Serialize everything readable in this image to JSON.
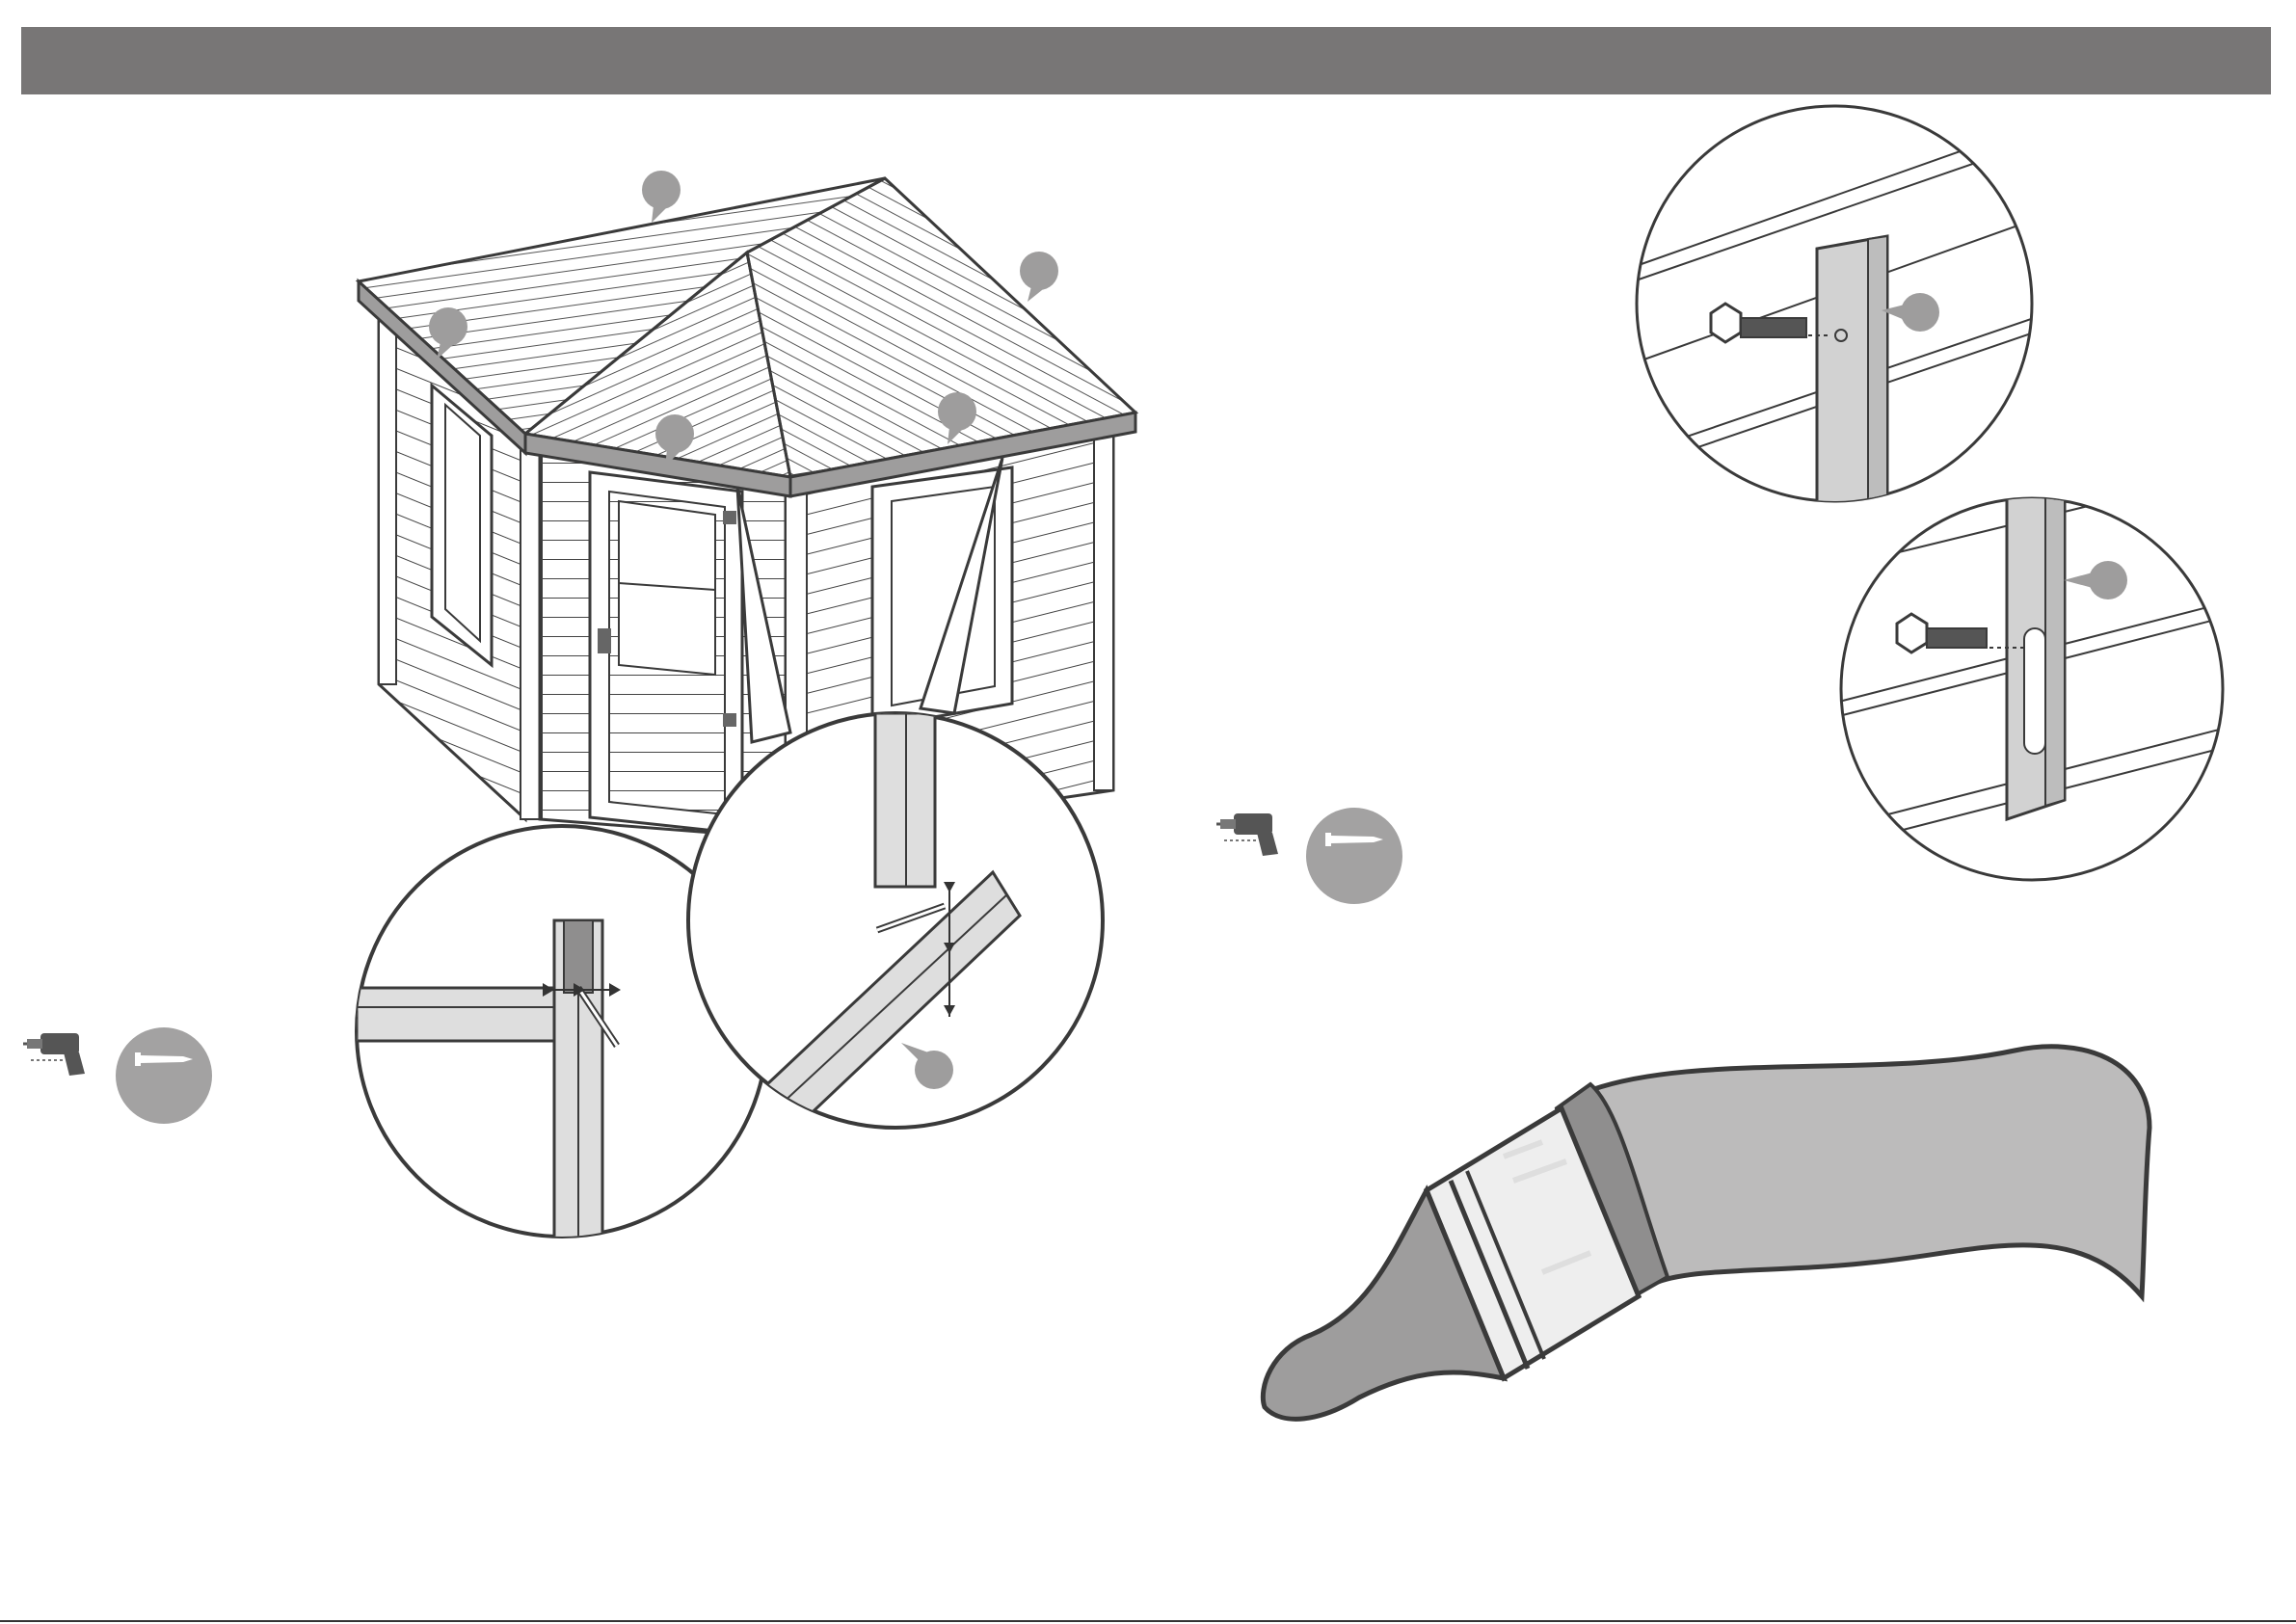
{
  "colors": {
    "header_bar": "#787676",
    "callout_marker": "#9e9d9d",
    "tool_badge": "#a3a2a2",
    "paint": "#bcbbbb",
    "line": "#3a3a3a",
    "drill": "#555555"
  },
  "icons": {
    "callout": "callout-marker-icon",
    "drill": "drill-icon",
    "screw": "screw-icon",
    "bolt": "bolt-icon",
    "brush": "paintbrush-icon"
  },
  "callouts": [
    {
      "id": "roof-ridge-left"
    },
    {
      "id": "roof-ridge-right"
    },
    {
      "id": "left-fascia"
    },
    {
      "id": "front-fascia-left"
    },
    {
      "id": "front-fascia-right"
    },
    {
      "id": "detail-corner-trim"
    },
    {
      "id": "detail-bracket-top"
    },
    {
      "id": "detail-bracket-bottom"
    }
  ],
  "tool_steps": [
    {
      "id": "drill-screw-left"
    },
    {
      "id": "drill-screw-middle"
    }
  ]
}
